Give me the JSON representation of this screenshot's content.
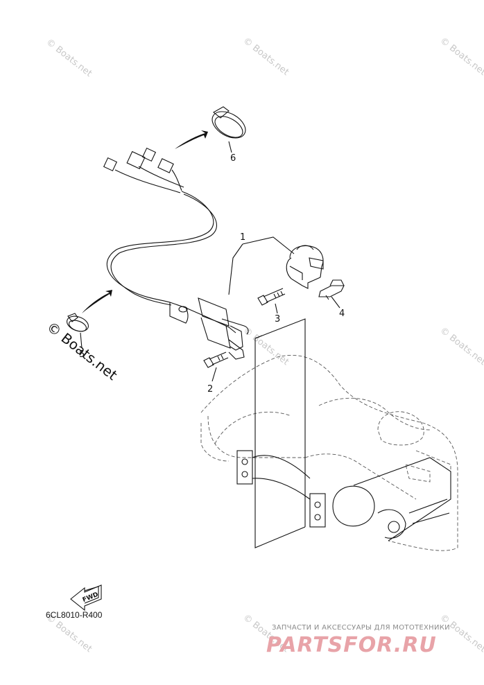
{
  "diagram": {
    "callouts": [
      {
        "id": "1",
        "label": "1"
      },
      {
        "id": "2",
        "label": "2"
      },
      {
        "id": "3",
        "label": "3"
      },
      {
        "id": "4",
        "label": "4"
      },
      {
        "id": "5",
        "label": "5"
      },
      {
        "id": "6",
        "label": "6"
      }
    ],
    "part_code": "6CL8010-R400",
    "fwd_label": "FWD"
  },
  "watermarks": {
    "small": "© Boats.net",
    "large": "© Boats.net"
  },
  "promo": {
    "tagline": "ЗАПЧАСТИ И АКСЕССУАРЫ ДЛЯ МОТОТЕХНИКИ",
    "brand": "PARTSFOR.RU"
  },
  "colors": {
    "line": "#111111",
    "watermark": "#c8c8c8",
    "brand": "#e8a3a8"
  }
}
